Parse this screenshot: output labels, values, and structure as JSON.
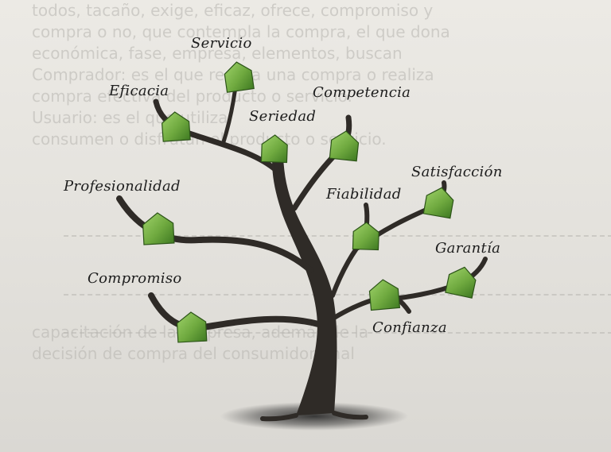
{
  "background_text": {
    "lines": [
      "todos, tacaño, exige, eficaz, ofrece, compromiso y",
      "compra o no, que contempla la compra, el que dona",
      "económica, fase, empresa, elementos, buscan",
      "Comprador: es el que realiza una compra o realiza",
      "compra efectiva del producto o servicio.",
      "Usuario: es el que utiliza",
      "consumen o disfrutan el producto o servicio.",
      "",
      "",
      "",
      "",
      "",
      "",
      "",
      "",
      "capacitación de la empresa, además de la",
      "decisión de compra del consumidor final",
      "",
      "",
      ""
    ]
  },
  "tree": {
    "leaf_color": "#6fa93f",
    "trunk_color": "#2f2b27",
    "labels": [
      {
        "id": "servicio",
        "text": "Servicio"
      },
      {
        "id": "eficacia",
        "text": "Eficacia"
      },
      {
        "id": "competencia",
        "text": "Competencia"
      },
      {
        "id": "seriedad",
        "text": "Seriedad"
      },
      {
        "id": "satisfaccion",
        "text": "Satisfacción"
      },
      {
        "id": "profesionalidad",
        "text": "Profesionalidad"
      },
      {
        "id": "fiabilidad",
        "text": "Fiabilidad"
      },
      {
        "id": "garantia",
        "text": "Garantía"
      },
      {
        "id": "compromiso",
        "text": "Compromiso"
      },
      {
        "id": "confianza",
        "text": "Confianza"
      }
    ]
  }
}
